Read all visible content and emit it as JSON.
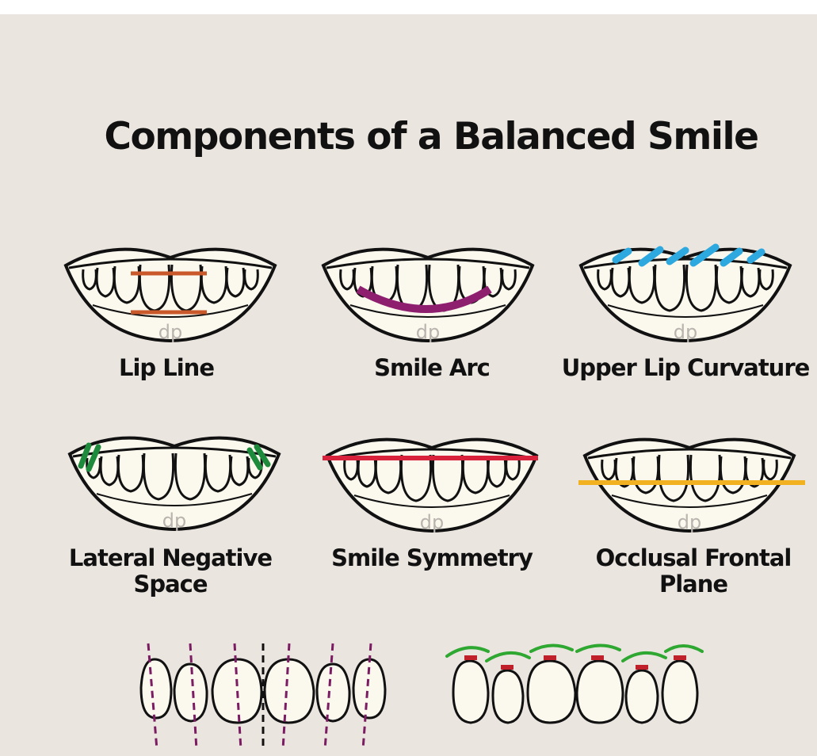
{
  "title": "Components of a Balanced Smile",
  "watermark": "dp",
  "items": [
    {
      "label": "Lip Line",
      "marker": "horizontal-lines",
      "color": "#c9582b"
    },
    {
      "label": "Smile Arc",
      "marker": "arc",
      "color": "#8e1f6f"
    },
    {
      "label": "Upper Lip Curvature",
      "marker": "diagonal-strokes",
      "color": "#2ea9e0"
    },
    {
      "label": "Lateral Negative Space",
      "marker": "corner-strokes",
      "color": "#1e8a3c"
    },
    {
      "label": "Smile Symmetry",
      "marker": "horizontal-line",
      "color": "#d8213b"
    },
    {
      "label": "Occlusal Frontal Plane",
      "marker": "horizontal-line",
      "color": "#f2b120"
    }
  ],
  "bottom_left": {
    "axis_color": "#7b1c62",
    "midline_color": "#111111"
  },
  "bottom_right": {
    "arch_color": "#2fa831",
    "mark_color": "#c0202a"
  }
}
